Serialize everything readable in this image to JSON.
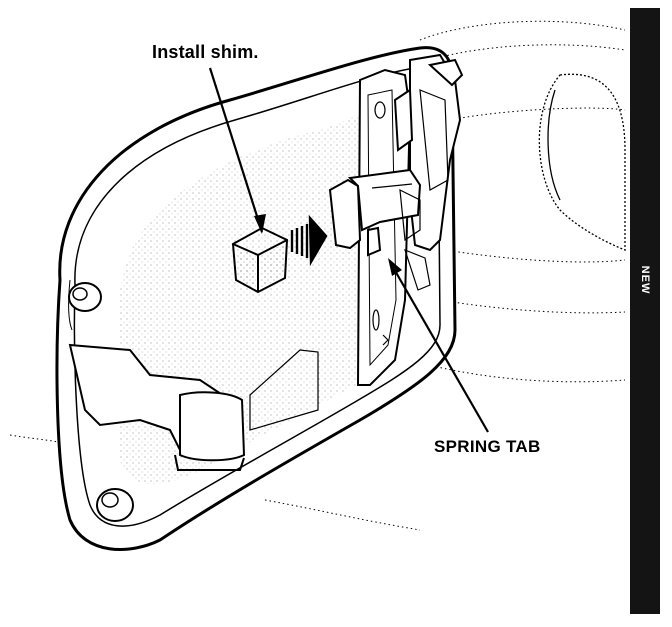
{
  "labels": {
    "install_shim": "Install shim.",
    "spring_tab": "SPRING TAB"
  },
  "side_tab": {
    "text": "NEW"
  },
  "colors": {
    "line": "#000000",
    "background": "#ffffff",
    "side_tab": "#141414"
  }
}
